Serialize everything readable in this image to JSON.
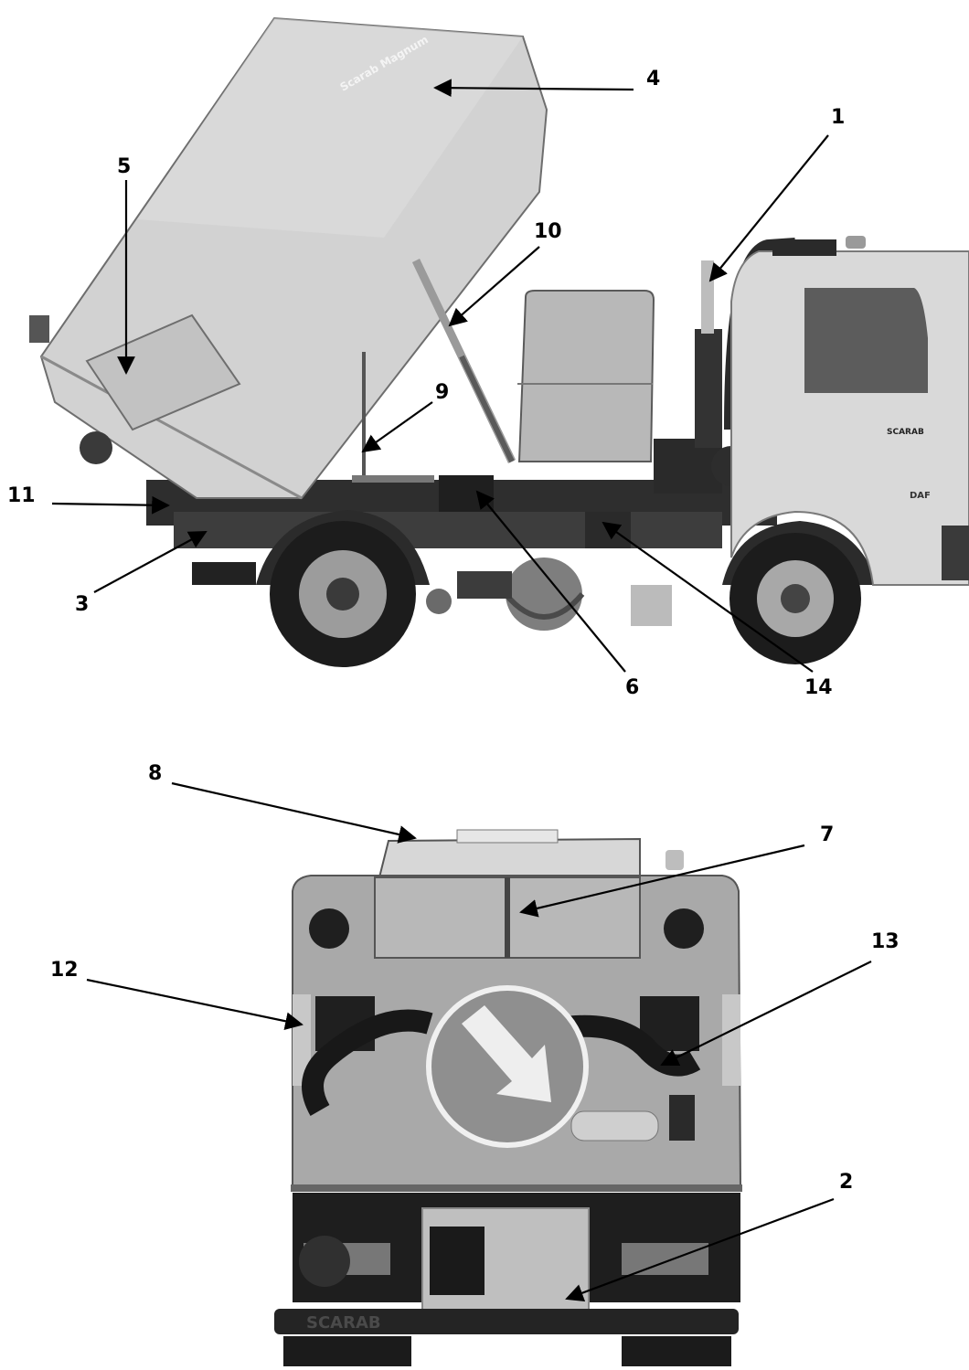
{
  "diagram": {
    "callouts": [
      "1",
      "2",
      "3",
      "4",
      "5",
      "6",
      "7",
      "8",
      "9",
      "10",
      "11",
      "12",
      "13",
      "14"
    ]
  },
  "branding": {
    "hopper_text": "Scarab Magnum",
    "cab_badge": "SCARAB",
    "cab_make": "DAF",
    "rear_bumper_text": "SCARAB"
  },
  "colors": {
    "ink": "#000000",
    "body_light": "#c9c9c9",
    "body_mid": "#a4a4a4",
    "body_dark": "#3a3a3a",
    "tyre": "#1c1c1c",
    "sign_fill": "#8f8f8f",
    "sign_arrow": "#eeeeee"
  }
}
